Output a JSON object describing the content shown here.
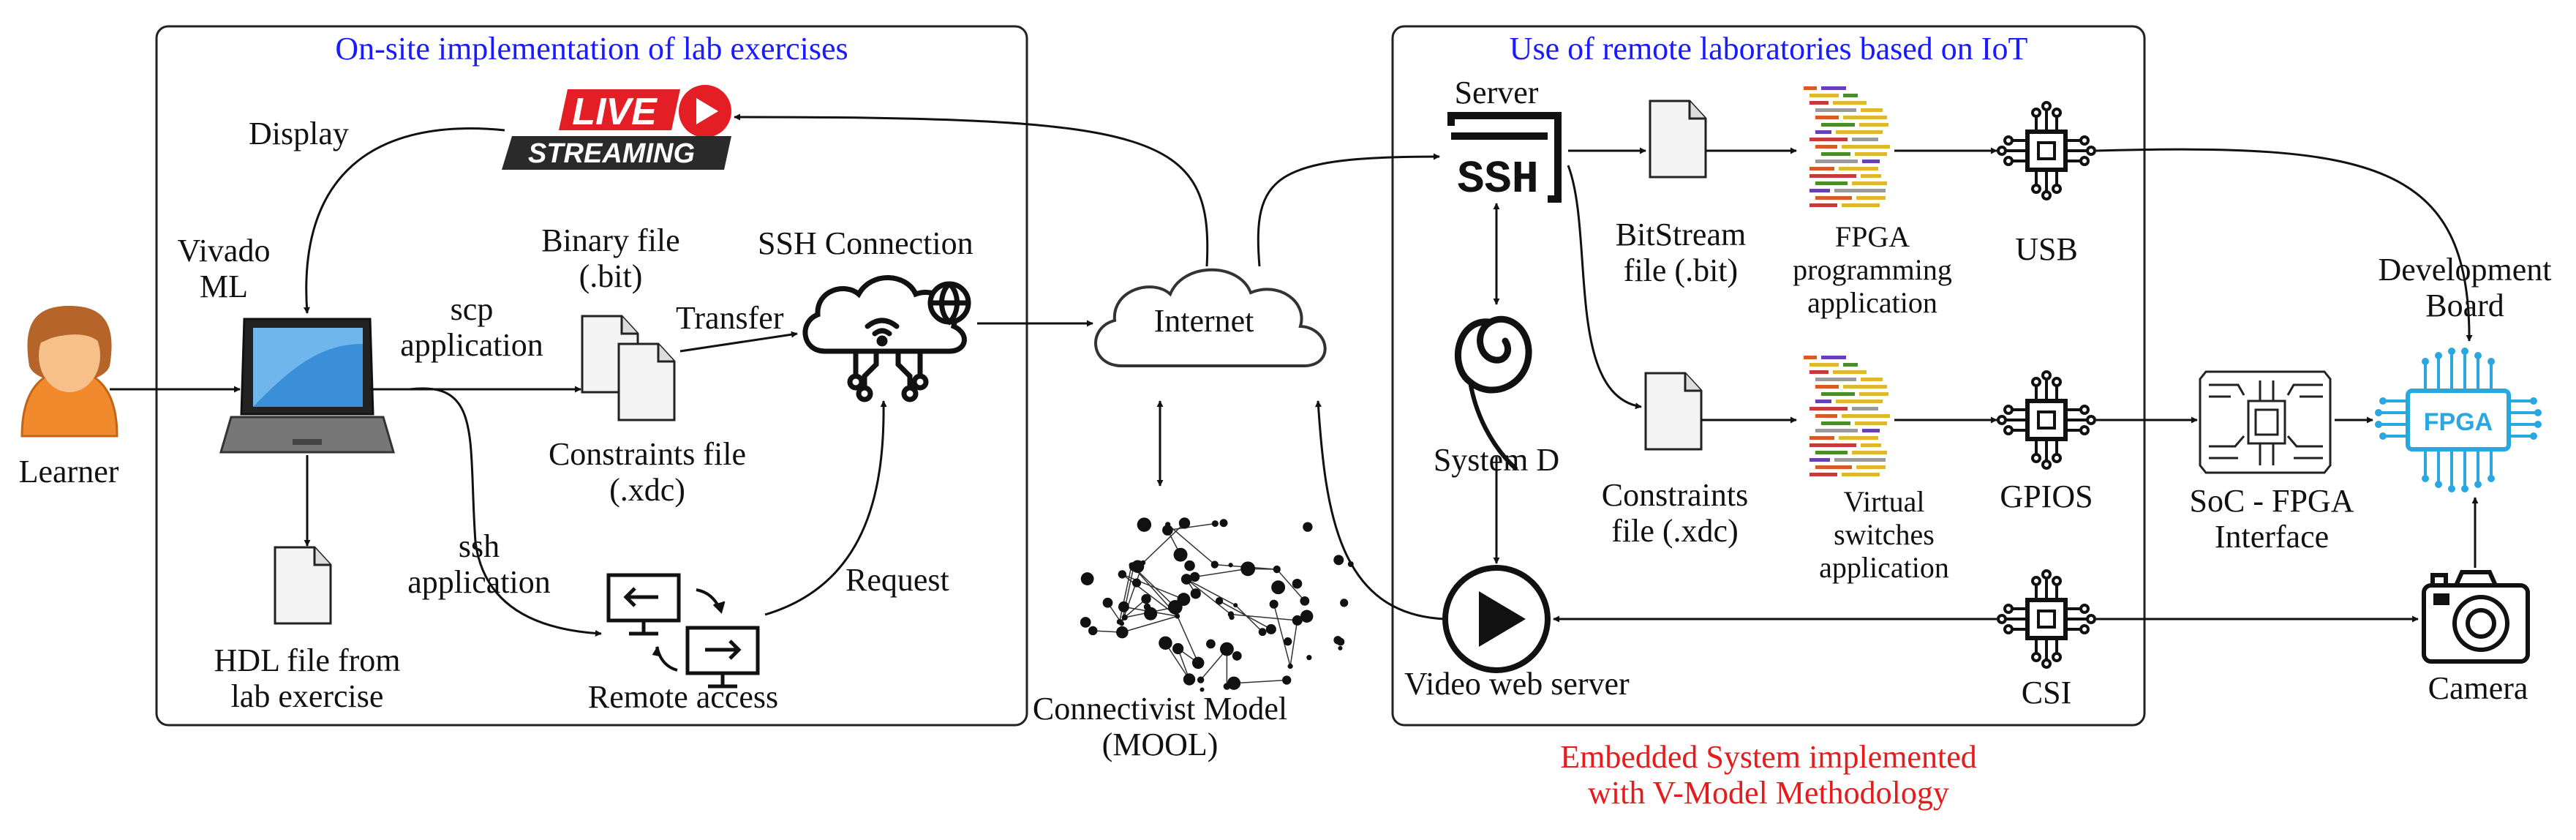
{
  "left_panel": {
    "title": "On-site implementation of lab exercises",
    "display": "Display",
    "live": "LIVE",
    "streaming": "STREAMING",
    "vivado_line1": "Vivado",
    "vivado_line2": "ML",
    "learner": "Learner",
    "scp_line1": "scp",
    "scp_line2": "application",
    "binary_line1": "Binary file",
    "binary_line2": "(.bit)",
    "ssh_connection": "SSH Connection",
    "transfer": "Transfer",
    "constraints_line1": "Constraints file",
    "constraints_line2": "(.xdc)",
    "ssh_line1": "ssh",
    "ssh_line2": "application",
    "request": "Request",
    "hdl_line1": "HDL file from",
    "hdl_line2": "lab exercise",
    "remote_access": "Remote access"
  },
  "center": {
    "internet": "Internet",
    "connectivist_line1": "Connectivist Model",
    "connectivist_line2": "(MOOL)"
  },
  "right_panel": {
    "title": "Use of remote laboratories based on IoT",
    "server": "Server",
    "ssh_logo": "SSH",
    "bitstream_line1": "BitStream",
    "bitstream_line2": "file (.bit)",
    "fpga_prog_line1": "FPGA",
    "fpga_prog_line2": "programming",
    "fpga_prog_line3": "application",
    "usb": "USB",
    "system_d": "System D",
    "constraints_line1": "Constraints",
    "constraints_line2": "file (.xdc)",
    "virtual_line1": "Virtual",
    "virtual_line2": "switches",
    "virtual_line3": "application",
    "gpios": "GPIOS",
    "soc_line1": "SoC - FPGA",
    "soc_line2": "Interface",
    "video_server": "Video web server",
    "csi": "CSI",
    "dev_board_line1": "Development",
    "dev_board_line2": "Board",
    "fpga_chip": "FPGA",
    "camera": "Camera",
    "footer_line1": "Embedded System implemented",
    "footer_line2": "with V-Model Methodology"
  }
}
